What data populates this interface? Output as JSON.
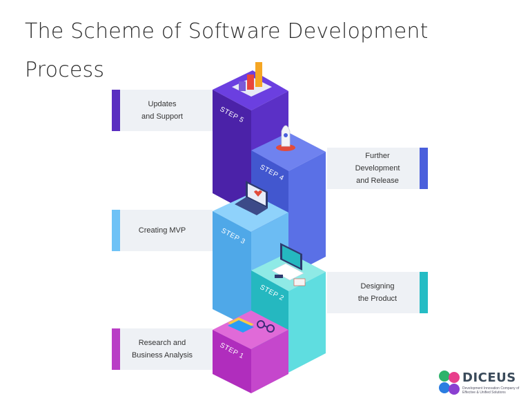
{
  "title": {
    "line1": "The Scheme of Software Development",
    "line2": "Process"
  },
  "steps": [
    {
      "step_label": "STEP 1",
      "caption": "Research and\nBusiness Analysis",
      "accent": "#b93ec6"
    },
    {
      "step_label": "STEP 2",
      "caption": "Designing\nthe Product",
      "accent": "#25bcc4"
    },
    {
      "step_label": "STEP 3",
      "caption": "Creating MVP",
      "accent": "#6ec2f6"
    },
    {
      "step_label": "STEP 4",
      "caption": "Further\nDevelopment\nand Release",
      "accent": "#4a5fdc"
    },
    {
      "step_label": "STEP 5",
      "caption": "Updates\nand Support",
      "accent": "#5a2ec0"
    }
  ],
  "logo": {
    "word": "DICEUS",
    "tagline": "Development Innovation Company of Effective & Unified Solutions"
  }
}
